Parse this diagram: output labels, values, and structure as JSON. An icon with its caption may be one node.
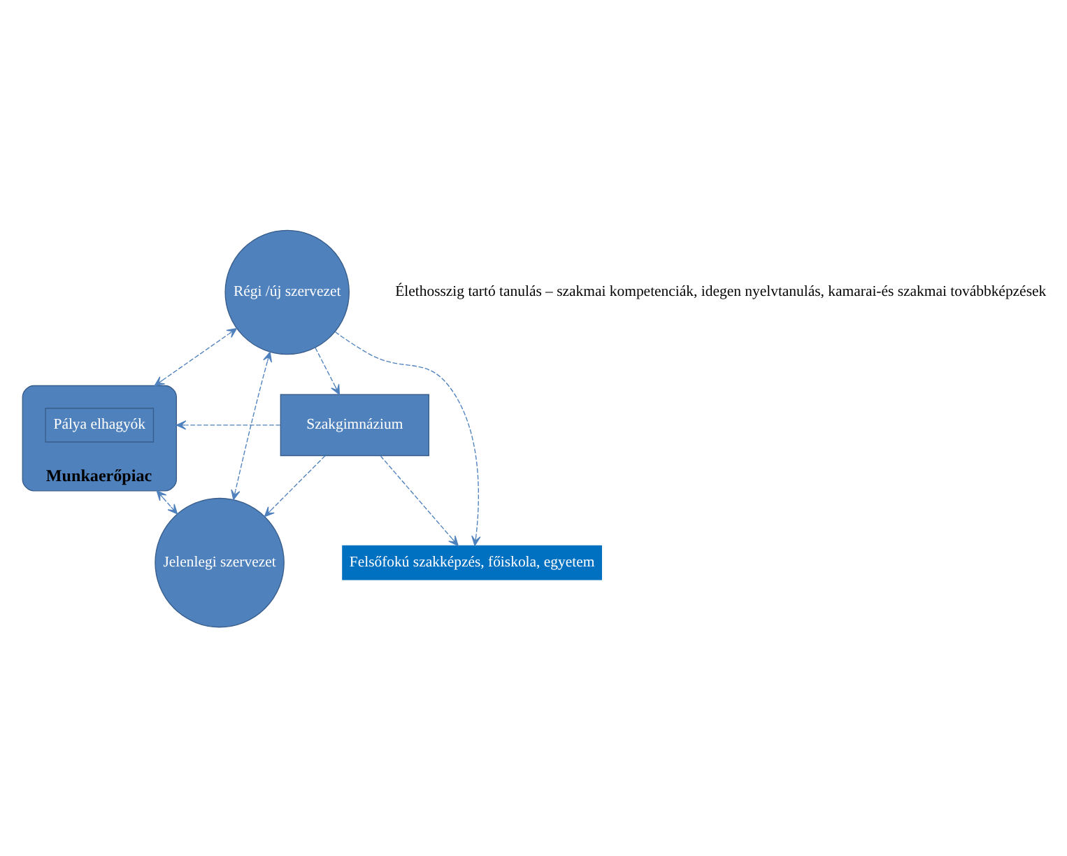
{
  "diagram": {
    "nodes": [
      {
        "text": [
          "Felsőfokú szakképzés, főiskola, egyetem"
        ]
      },
      {
        "text": [
          "Szakgimnázium"
        ]
      },
      {
        "text": [
          "Munkaerőpiac"
        ]
      },
      {
        "text": [
          "Pálya elhagyók"
        ],
        "in": 2
      },
      {
        "text": [
          "Jelenlegi szervezet"
        ]
      },
      {
        "text": [
          "Régi /új szervezet"
        ]
      }
    ],
    "edges": [
      {
        "from": 1,
        "to": 0,
        "arrow": "to",
        "style": "dashed"
      },
      {
        "from": 1,
        "to": 2,
        "arrow": "to",
        "style": "dashed"
      },
      {
        "from": 1,
        "to": 4,
        "arrow": "to",
        "style": "dashed"
      },
      {
        "from": 2,
        "to": 4,
        "arrow": "both",
        "style": "dashed"
      },
      {
        "from": 5,
        "to": 1,
        "arrow": "to",
        "style": "dashed"
      },
      {
        "from": 5,
        "to": 0,
        "arrow": "to",
        "style": "dashed"
      },
      {
        "from": 5,
        "to": 4,
        "arrow": "both",
        "style": "dashed"
      },
      {
        "from": 2,
        "to": 5,
        "arrow": "both",
        "style": "dashed"
      }
    ],
    "labels": [
      "Élethosszig tartó tanulás – szakmai kompetenciák, idegen nyelvtanulás, kamarai-és szakmai továbbképzések"
    ]
  }
}
